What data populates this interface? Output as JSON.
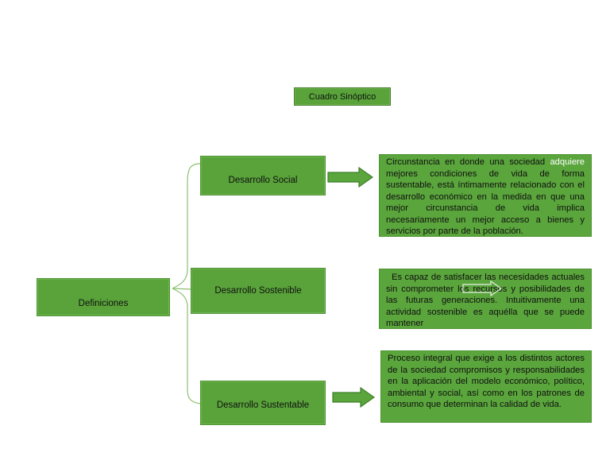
{
  "title": "Cuadro Sinóptico",
  "root": "Definiciones",
  "branches": [
    {
      "label": "Desarrollo Social",
      "description_pre": "Circunstancia en donde una sociedad ",
      "description_highlight": "adquiere",
      "description_post": " mejores condiciones de vida de forma sustentable, está íntimamente relacionado con el desarrollo económico en la medida en que una mejor circunstancia de vida implica necesariamente un mejor acceso a bienes y servicios por parte de la población."
    },
    {
      "label": "Desarrollo Sostenible",
      "description": "  Es capaz de satisfacer las necesidades actuales sin comprometer los recursos y posibilidades de las futuras generaciones. Intuitivamente una actividad sostenible es aquélla que se puede mantener"
    },
    {
      "label": "Desarrollo Sustentable",
      "description": "Proceso integral que exige a los distintos actores de la sociedad compromisos y responsabilidades en la aplicación del modelo económico, político, ambiental y social, así como en los patrones de consumo que determinan la calidad de vida."
    }
  ],
  "colors": {
    "box_fill": "#59a33a",
    "box_border": "#4e9432",
    "connector": "#8cbf6e",
    "highlight_text": "#ffffff"
  }
}
